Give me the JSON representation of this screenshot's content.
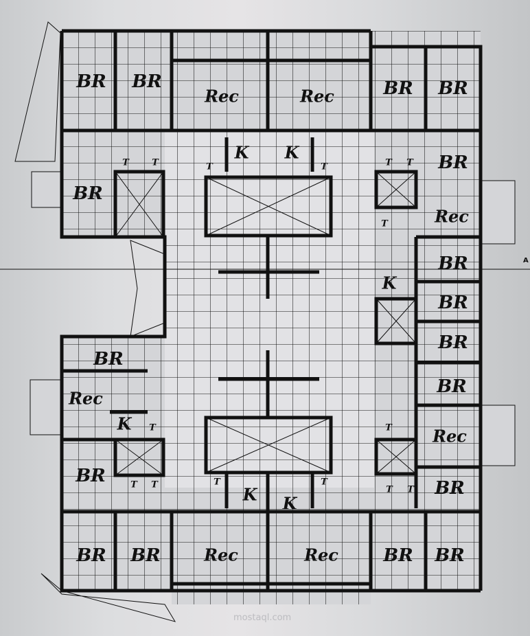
{
  "labels": {
    "bedroom": "BR",
    "reception": "Rec",
    "kitchen": "K",
    "toilet": "T"
  },
  "section_marker": "A",
  "watermark": "mostaql.com",
  "colors": {
    "ink": "#111111",
    "background": "#dcdddf"
  }
}
